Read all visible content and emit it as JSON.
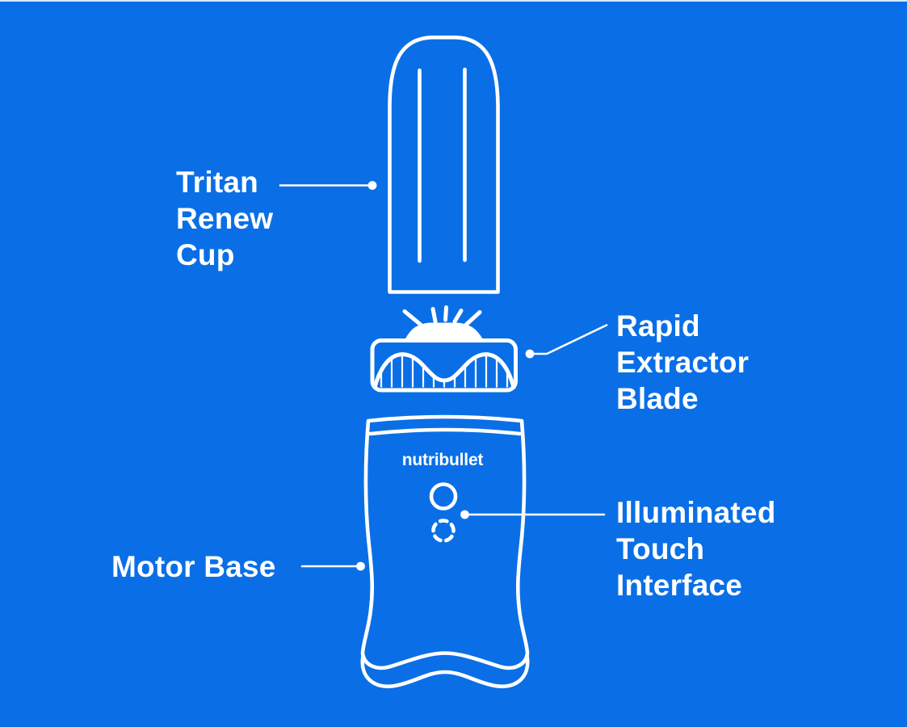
{
  "colors": {
    "background": "#0a6fe6",
    "line_and_text": "#ffffff"
  },
  "brand": "nutribullet",
  "labels": {
    "cup": {
      "text": "Tritan Renew Cup",
      "lines": [
        "Tritan",
        "Renew",
        "Cup"
      ]
    },
    "blade": {
      "text": "Rapid Extractor Blade",
      "lines": [
        "Rapid",
        "Extractor",
        "Blade"
      ]
    },
    "base": {
      "text": "Motor Base",
      "lines": [
        "Motor Base"
      ]
    },
    "interface": {
      "text": "Illuminated Touch Interface",
      "lines": [
        "Illuminated",
        "Touch",
        "Interface"
      ]
    }
  },
  "parts": [
    "Tritan Renew Cup",
    "Rapid Extractor Blade",
    "Motor Base",
    "Illuminated Touch Interface"
  ]
}
